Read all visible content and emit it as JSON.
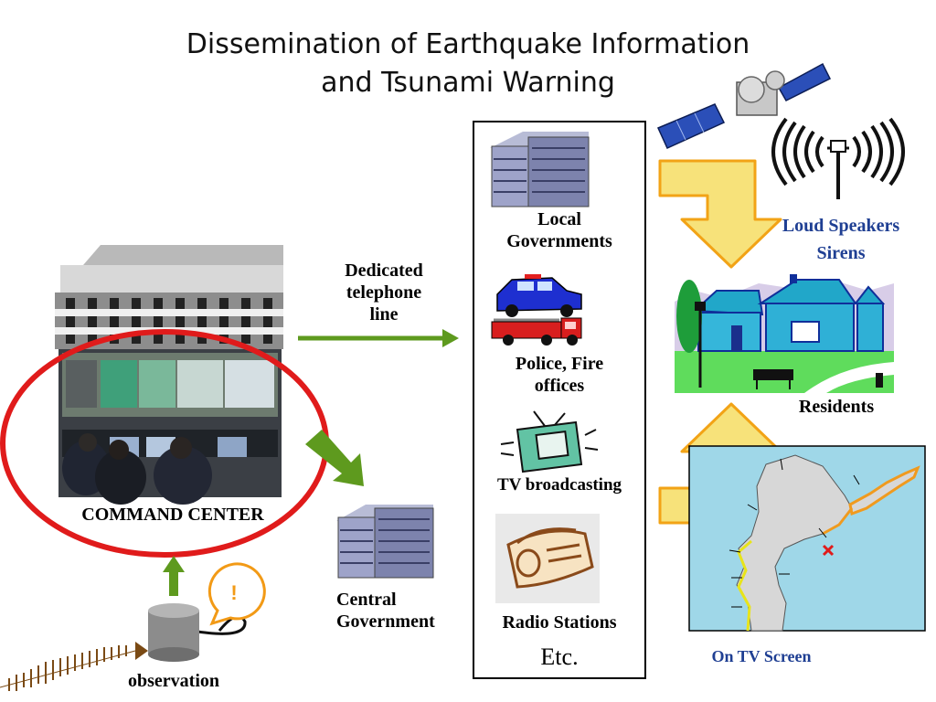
{
  "title": {
    "line1": "Dissemination of Earthquake Information",
    "line2": "and Tsunami Warning"
  },
  "command_center": "COMMAND CENTER",
  "dedicated_line": {
    "line1": "Dedicated",
    "line2": "telephone",
    "line3": "line"
  },
  "central_government": {
    "line1": "Central",
    "line2": "Government"
  },
  "observation": "observation",
  "alert_mark": "!",
  "recipients": {
    "local_gov": {
      "line1": "Local",
      "line2": "Governments"
    },
    "police_fire": {
      "line1": "Police, Fire",
      "line2": "offices"
    },
    "tv": "TV broadcasting",
    "radio": "Radio Stations",
    "etc": "Etc."
  },
  "speakers": {
    "line1": "Loud Speakers",
    "line2": "Sirens"
  },
  "residents": "Residents",
  "tv_screen": "On TV Screen",
  "colors": {
    "arrow_green": "#5e9a1e",
    "highlight_red": "#e01b1b",
    "arrow_yellow_fill": "#f7e27a",
    "arrow_yellow_stroke": "#f2a316",
    "label_blue": "#1f3f93",
    "map_sea": "#9fd7e8"
  }
}
